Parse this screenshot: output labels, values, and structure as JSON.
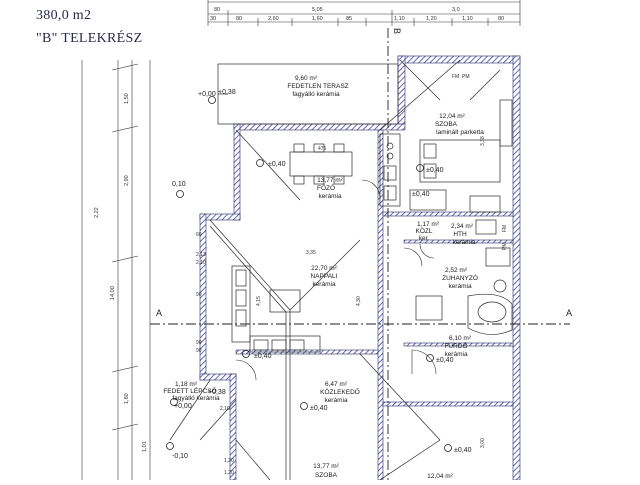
{
  "header": {
    "area": "380,0 m2",
    "plot": "\"B\" TELEKRÉSZ"
  },
  "colors": {
    "wall_fill": "#3a45a8",
    "wall_hatch": "#6a70c8",
    "line": "#2b2b2b",
    "dim": "#555555",
    "bg": "#ffffff"
  },
  "top_dims": {
    "row1": [
      "80",
      "5,05",
      "3,0"
    ],
    "row2": [
      "30",
      "80",
      "2,60",
      "1,60",
      "85",
      "1,10",
      "1,20",
      "1,10",
      "80"
    ]
  },
  "left_dims": [
    "1,50",
    "2,90",
    "14,00",
    "2,22",
    "1,60",
    "1,01"
  ],
  "section": {
    "left": "A",
    "right": "A",
    "top": "B"
  },
  "levels": [
    "+0,00",
    "+0,38",
    "±0,40",
    "0,10",
    "±0,40",
    "±0,40",
    "±0,40",
    "±0,40",
    "+0,00",
    "+0,38",
    "-0,10",
    "±0,40",
    "±0,40"
  ],
  "rooms": [
    {
      "area": "9,60 m²",
      "name": "FEDETLEN TERASZ",
      "floor": "fagyálló kerámia"
    },
    {
      "area": "12,04 m²",
      "name": "SZOBA",
      "floor": "laminált parketta"
    },
    {
      "area": "13,77 m²",
      "name": "FŐZŐ",
      "floor": "kerámia"
    },
    {
      "area": "1,17 m²",
      "name": "KÖZL",
      "floor": "ker."
    },
    {
      "area": "2,34 m²",
      "name": "HTH",
      "floor": "kerámia"
    },
    {
      "area": "22,70 m²",
      "name": "NAPPALI",
      "floor": "kerámia"
    },
    {
      "area": "2,52 m²",
      "name": "ZUHANYZÓ",
      "floor": "kerámia"
    },
    {
      "area": "6,10 m²",
      "name": "FÜRDŐ",
      "floor": "kerámia"
    },
    {
      "area": "1,18 m²",
      "name": "FEDETT LÉPCSŐ",
      "floor": "fagyálló kerámia"
    },
    {
      "area": "6,47 m²",
      "name": "KÖZLEKEDŐ",
      "floor": "kerámia"
    },
    {
      "area": "13,77 m²",
      "name": "SZOBA",
      "floor": ""
    },
    {
      "area": "12,04 m²",
      "name": "SZOBA",
      "floor": ""
    }
  ],
  "small_labels": [
    "475",
    "3,35",
    "4,15",
    "4,30",
    "2,13",
    "2,10",
    "60",
    "90",
    "90",
    "90",
    "2,10",
    "1,20",
    "1,20",
    "3,38",
    "3,00",
    "FM",
    "PM",
    "FM",
    "PM"
  ]
}
